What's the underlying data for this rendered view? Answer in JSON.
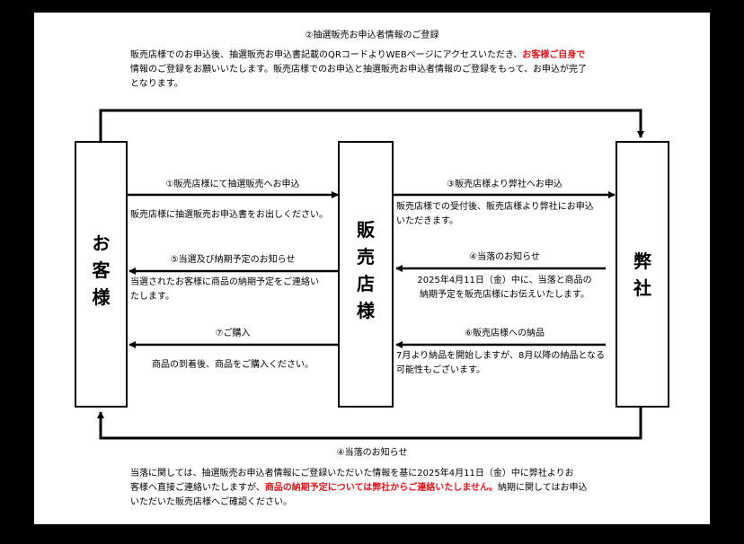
{
  "top": {
    "title": "②抽選販売お申込者情報のご登録",
    "line1_a": "販売店様でのお申込後、抽選販売お申込書記載のQRコードよりWEBページにアクセスいただき、",
    "line1_em": "お客様ご自身で",
    "line2": "情報のご登録をお願いいたします。販売店様でのお申込と抽選販売お申込者情報のご登録をもって、お申込が完了",
    "line3": "となります。"
  },
  "boxes": {
    "customer": [
      "お",
      "客",
      "様"
    ],
    "store": [
      "販",
      "売",
      "店",
      "様"
    ],
    "company": [
      "弊",
      "社"
    ]
  },
  "left_flow": {
    "s1_label": "①販売店様にて抽選販売へお申込",
    "s1_desc": "販売店様に抽選販売お申込書をお出しください。",
    "s5_label": "⑤当選及び納期予定のお知らせ",
    "s5_desc1": "当選されたお客様に商品の納期予定をご連絡い",
    "s5_desc2": "たします。",
    "s7_label": "⑦ご購入",
    "s7_desc": "商品の到着後、商品をご購入ください。"
  },
  "right_flow": {
    "s3_label": "③販売店様より弊社へお申込",
    "s3_desc1": "販売店様での受付後、販売店様より弊社にお申込",
    "s3_desc2": "いただきます。",
    "s4_label": "④当落のお知らせ",
    "s4_desc1": "2025年4月11日（金）中に、当落と商品の",
    "s4_desc2": "納期予定を販売店様にお伝えいたします。",
    "s6_label": "⑥販売店様への納品",
    "s6_desc1": "7月より納品を開始しますが、8月以降の納品となる",
    "s6_desc2": "可能性もございます。"
  },
  "bottom": {
    "title": "④当落のお知らせ",
    "line1": "当落に関しては、抽選販売お申込者情報にご登録いただいた情報を基に2025年4月11日（金）中に弊社よりお",
    "line2_a": "客様へ直接ご連絡いたしますが、",
    "line2_em": "商品の納期予定については弊社からご連絡いたしません。",
    "line2_b": "納期に関してはお申込",
    "line3": "いただいた販売店様へご確認ください。"
  },
  "colors": {
    "accent_red": "#e8141b",
    "line": "#000000",
    "background": "#000000",
    "sheet": "#ffffff"
  }
}
